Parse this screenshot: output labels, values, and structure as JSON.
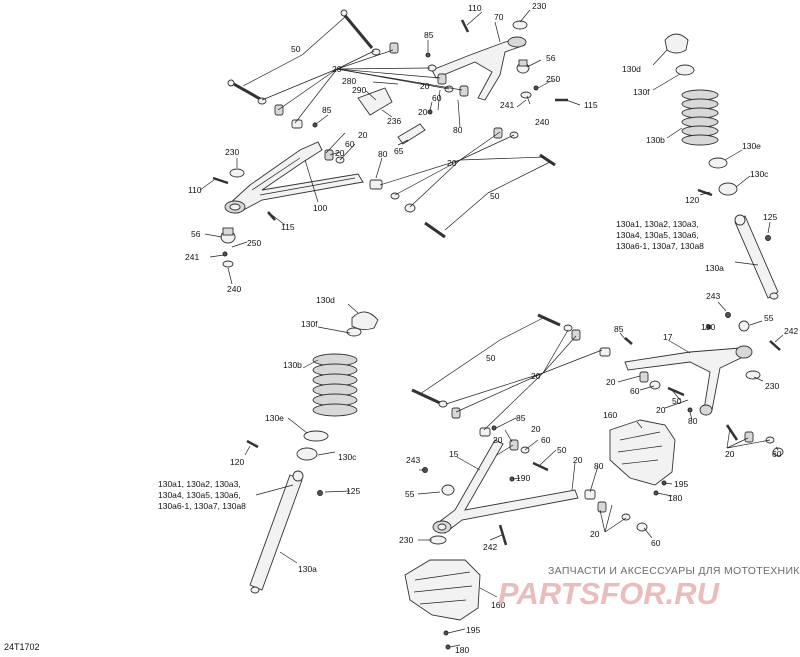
{
  "diagram_code": "24T1702",
  "watermark": {
    "line1": "ЗАПЧАСТИ И АКСЕССУАРЫ ДЛЯ МОТОТЕХНИКИ",
    "line2": "PARTSFOR.RU"
  },
  "labels": {
    "l110": "110",
    "l230": "230",
    "l70": "70",
    "l85": "85",
    "l50": "50",
    "l20": "20",
    "l56": "56",
    "l250": "250",
    "l280": "280",
    "l290": "290",
    "l115": "115",
    "l241": "241",
    "l240": "240",
    "l236": "236",
    "l60": "60",
    "l65": "65",
    "l80": "80",
    "l100": "100",
    "l130d": "130d",
    "l130f": "130f",
    "l130b": "130b",
    "l130e": "130e",
    "l130c": "130c",
    "l120": "120",
    "l125": "125",
    "l130a": "130a",
    "l243": "243",
    "l55": "55",
    "l242": "242",
    "l17": "17",
    "l190": "190",
    "l15": "15",
    "l160": "160",
    "l195": "195",
    "l180": "180",
    "kit1": "130a1, 130a2, 130a3,",
    "kit2": "130a4, 130a5, 130a6,",
    "kit3": "130a6-1, 130a7, 130a8"
  }
}
